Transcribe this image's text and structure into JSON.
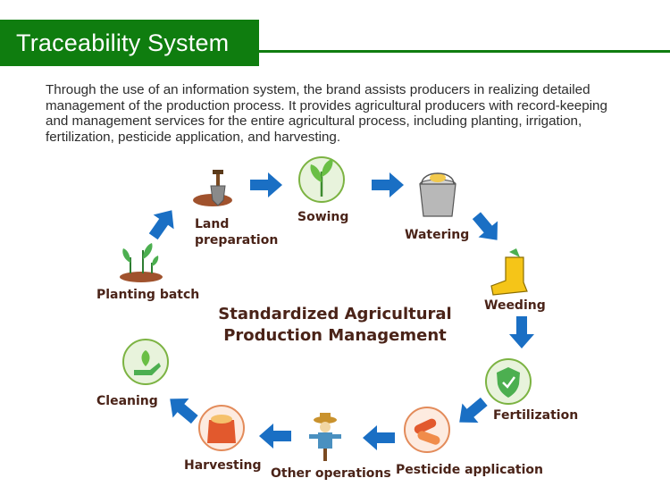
{
  "header": {
    "title": "Traceability System",
    "intro": "Through the use of an information system, the brand assists producers in realizing detailed management of the production process. It provides agricultural producers with record-keeping and management services for the entire agricultural process, including planting, irrigation, fertilization, pesticide application, and harvesting."
  },
  "diagram": {
    "center_title_line1": "Standardized Agricultural",
    "center_title_line2": "Production Management",
    "steps": [
      {
        "label_line1": "Land",
        "label_line2": "preparation",
        "icon": "shovel-icon"
      },
      {
        "label": "Sowing",
        "icon": "sprout-circle-icon"
      },
      {
        "label": "Watering",
        "icon": "bucket-icon"
      },
      {
        "label": "Weeding",
        "icon": "boot-icon"
      },
      {
        "label": "Fertilization",
        "icon": "shield-check-icon"
      },
      {
        "label": "Pesticide application",
        "icon": "pills-icon"
      },
      {
        "label": "Other operations",
        "icon": "scarecrow-icon"
      },
      {
        "label": "Harvesting",
        "icon": "grain-bag-icon"
      },
      {
        "label": "Cleaning",
        "icon": "hand-leaf-icon"
      },
      {
        "label": "Planting batch",
        "icon": "seedlings-icon"
      }
    ]
  },
  "colors": {
    "brand_green": "#0f7d0f",
    "arrow_blue": "#1a6fc4",
    "label_brown": "#4a2318"
  }
}
